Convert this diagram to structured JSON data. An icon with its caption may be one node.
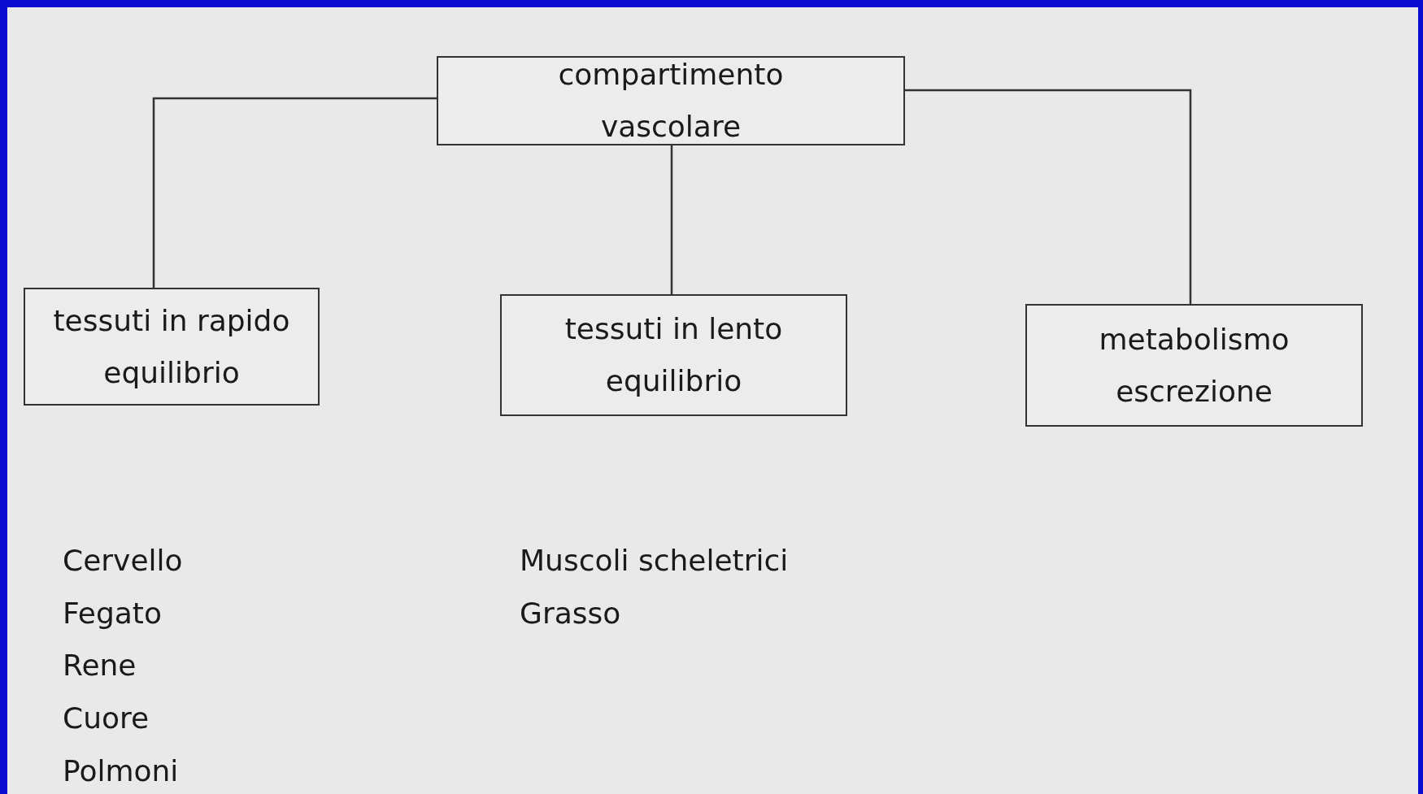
{
  "diagram": {
    "nodes": [
      {
        "text": [
          "compartimento vascolare"
        ]
      },
      {
        "text": [
          "tessuti in rapido equilibrio"
        ]
      },
      {
        "text": [
          "tessuti in lento equilibrio"
        ]
      },
      {
        "text": [
          "metabolismo escrezione"
        ]
      }
    ],
    "edges": [
      {
        "from": 0,
        "to": 1,
        "arrow": "none"
      },
      {
        "from": 0,
        "to": 2,
        "arrow": "none"
      },
      {
        "from": 0,
        "to": 3,
        "arrow": "none"
      }
    ],
    "labels": [
      "Cervello",
      "Fegato",
      "Rene",
      "Cuore",
      "Polmoni",
      "Muscoli scheletrici",
      "Grasso"
    ]
  }
}
